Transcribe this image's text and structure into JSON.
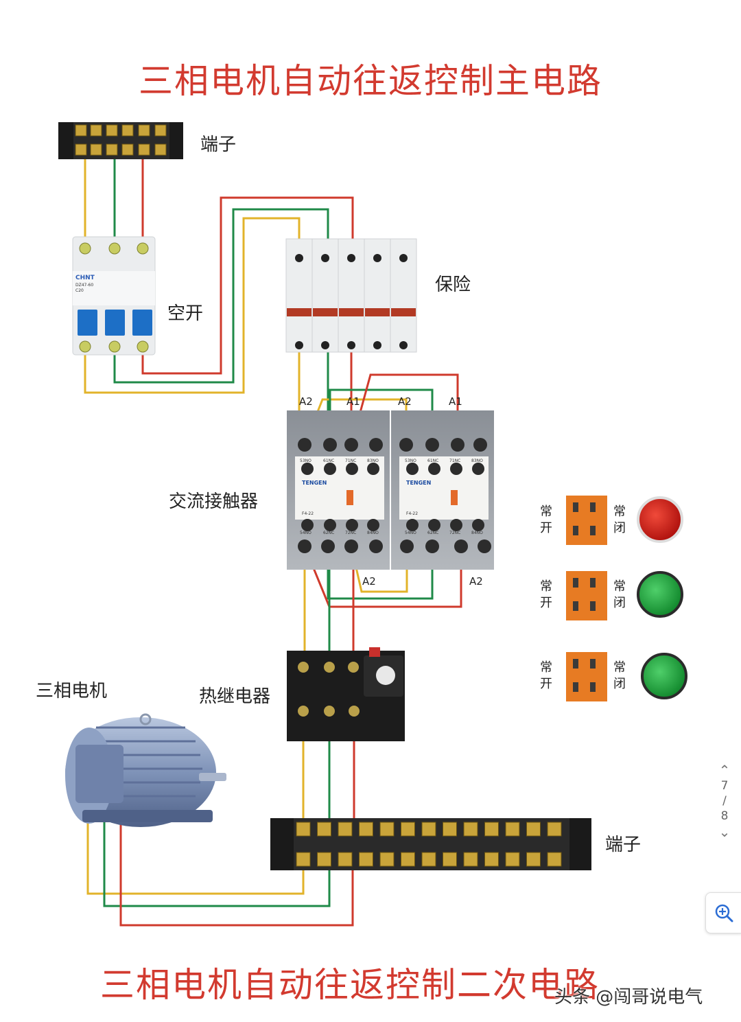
{
  "title_top": "三相电机自动往返控制主电路",
  "title_bottom": "三相电机自动往返控制二次电路",
  "labels": {
    "terminal_top": "端子",
    "breaker": "空开",
    "fuse": "保险",
    "contactor": "交流接触器",
    "motor": "三相电机",
    "thermal_relay": "热继电器",
    "terminal_bottom": "端子"
  },
  "contactor_pins": {
    "a2": "A2",
    "a1": "A1"
  },
  "contactor_terms_top": [
    "53NO",
    "61NC",
    "71NC",
    "83NO"
  ],
  "contactor_terms_bottom": [
    "54NO",
    "62NC",
    "72NC",
    "84NO"
  ],
  "contactor_brand": "TENGEN",
  "contactor_model": "F4-22",
  "breaker_brand": "CHNT",
  "breaker_model": "DZ47-60",
  "breaker_rating": "C20",
  "button_labels": {
    "no": "常开",
    "nc": "常闭"
  },
  "buttons": [
    {
      "color": "#d21f1f",
      "icon": "stop-button-icon"
    },
    {
      "color": "#1d9a3a",
      "icon": "forward-button-icon"
    },
    {
      "color": "#1d9a3a",
      "icon": "reverse-button-icon"
    }
  ],
  "pager": {
    "current": "7",
    "sep": "/",
    "total": "8"
  },
  "watermark": "头条 @闯哥说电气",
  "wire_colors": {
    "yellow": "#e2b32a",
    "green": "#1f8a48",
    "red": "#cf3a2c"
  }
}
